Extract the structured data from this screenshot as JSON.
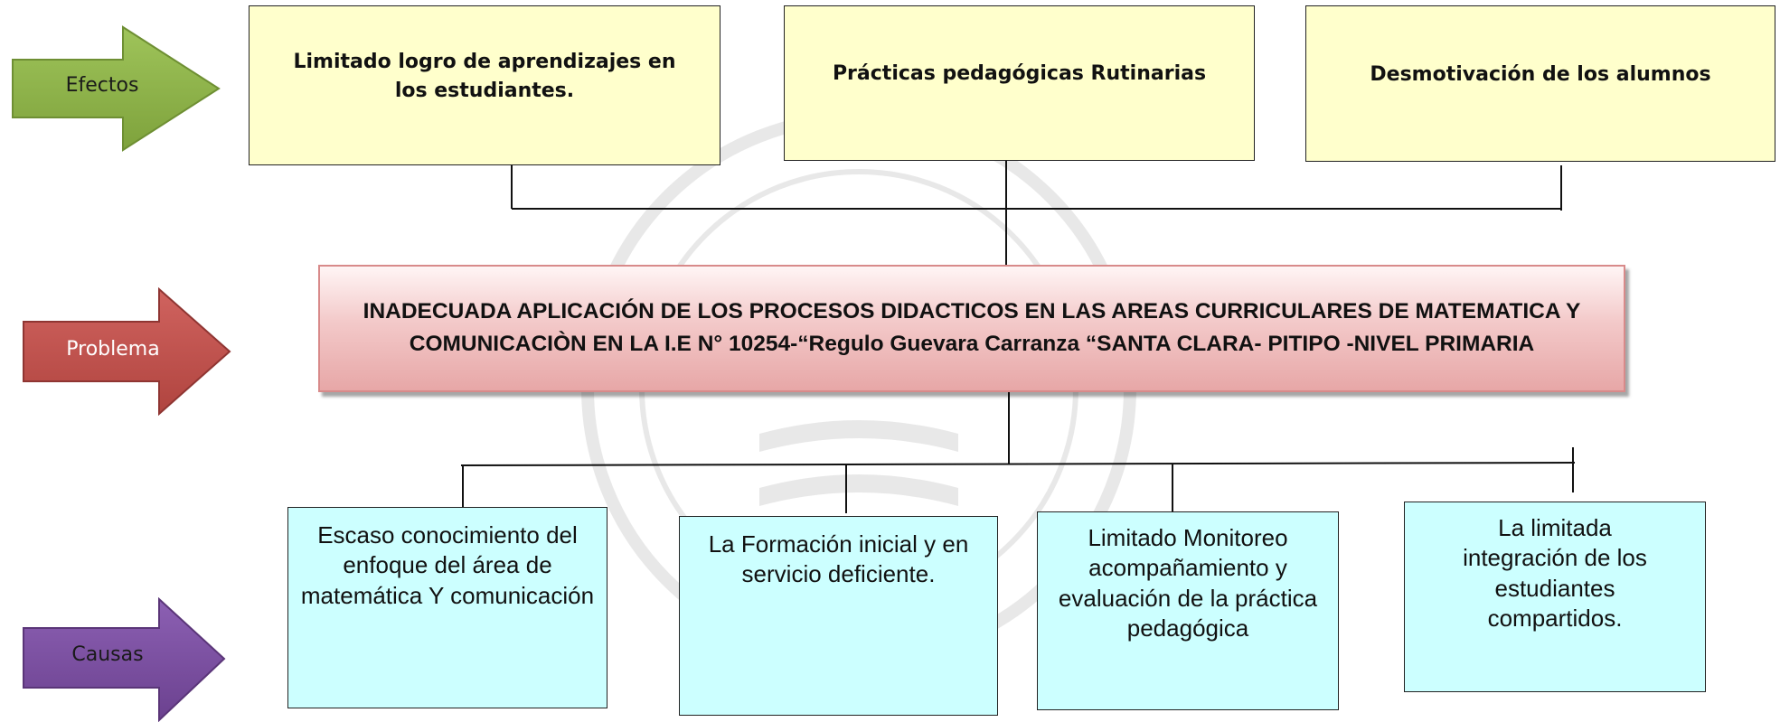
{
  "labels": {
    "efectos": "Efectos",
    "problema": "Problema",
    "causas": "Causas"
  },
  "effects": [
    {
      "text": "Limitado logro de aprendizajes en los estudiantes."
    },
    {
      "text": "Prácticas pedagógicas Rutinarias"
    },
    {
      "text": "Desmotivación de los alumnos"
    }
  ],
  "problem": {
    "text": "INADECUADA APLICACIÓN DE LOS PROCESOS DIDACTICOS EN LAS AREAS CURRICULARES DE MATEMATICA Y COMUNICACIÒN EN LA I.E N° 10254-“Regulo Guevara Carranza “SANTA CLARA- PITIPO -NIVEL PRIMARIA"
  },
  "causes": [
    {
      "text": "Escaso conocimiento del enfoque del área de matemática Y comunicación"
    },
    {
      "text": "La Formación inicial y en servicio deficiente."
    },
    {
      "text": "Limitado Monitoreo acompañamiento y evaluación de la práctica pedagógica"
    },
    {
      "text": "La limitada integración de los estudiantes compartidos."
    }
  ],
  "colors": {
    "effect_fill": "#ffffcc",
    "problem_fill": "#f3c9c9",
    "cause_fill": "#ccffff",
    "arrow_efectos": "#8db347",
    "arrow_problema": "#c0504d",
    "arrow_causas": "#7b4fa0"
  }
}
